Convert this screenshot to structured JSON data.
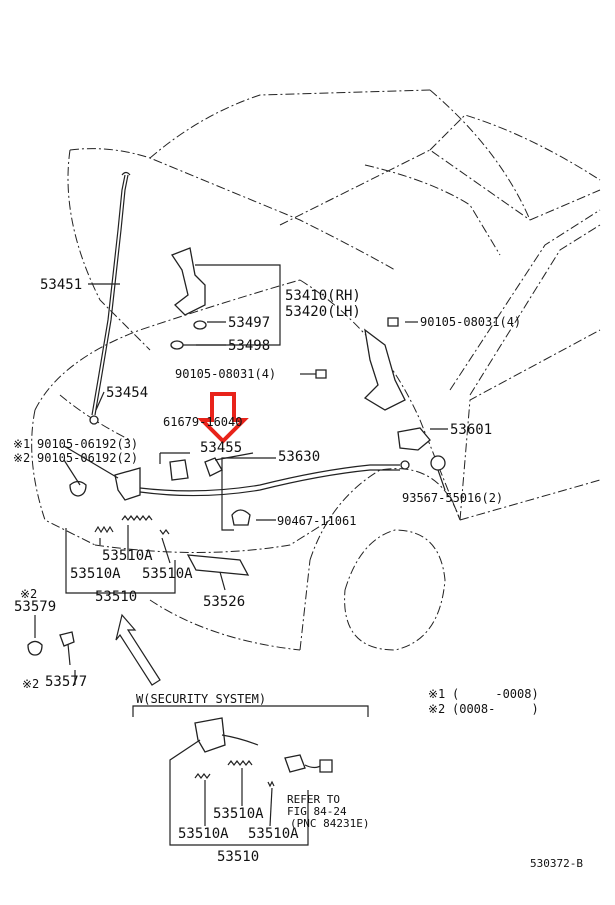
{
  "labels": {
    "p53451": "53451",
    "p53410": "53410(RH)",
    "p53420": "53420(LH)",
    "p53497": "53497",
    "p53498": "53498",
    "p90105_08031_a": "90105-08031(4)",
    "p90105_08031_b": "90105-08031(4)",
    "p53454": "53454",
    "p61679": "61679-16040",
    "p53455": "53455",
    "p53630": "53630",
    "p53601": "53601",
    "p90105_06192_3": "90105-06192(3)",
    "p90105_06192_2": "90105-06192(2)",
    "p93567": "93567-55016(2)",
    "p90467": "90467-11061",
    "p53510A_1": "53510A",
    "p53510A_2": "53510A",
    "p53510A_3": "53510A",
    "p53510": "53510",
    "p53526": "53526",
    "p53579": "53579",
    "p53577": "53577",
    "mark1": "※1",
    "mark2": "※2",
    "mark2b": "※2",
    "mark2c": "※2"
  },
  "security": {
    "title": "W(SECURITY SYSTEM)",
    "p53510A_a": "53510A",
    "p53510A_b": "53510A",
    "p53510A_c": "53510A",
    "p53510": "53510",
    "refer1": "REFER TO",
    "refer2": "FIG 84-24",
    "refer3": "(PNC 84231E)"
  },
  "legend": {
    "note1_mark": "※1",
    "note1_text": "(     -0008)",
    "note2_mark": "※2",
    "note2_text": "(0008-     )"
  },
  "footer_code": "530372-B",
  "callout": {
    "color": "#e8231a",
    "target": "53455"
  }
}
